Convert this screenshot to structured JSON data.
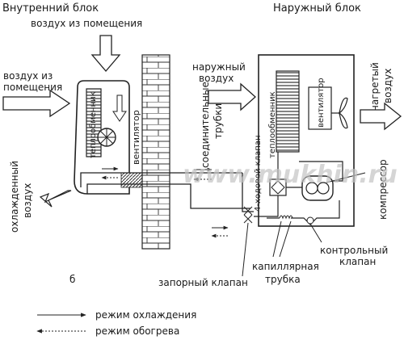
{
  "labels": {
    "indoor_unit": "Внутренний блок",
    "outdoor_unit": "Наружный блок",
    "room_air_top": "воздух из помещения",
    "room_air_left_1": "воздух из",
    "room_air_left_2": "помещения",
    "cooled_air_1": "охлажденный",
    "cooled_air_2": "воздух",
    "indoor_heat_exchanger": "теплообменник",
    "indoor_fan": "вентилятор",
    "connecting_pipes_1": "соединительные",
    "connecting_pipes_2": "трубки",
    "outdoor_air_1": "наружный",
    "outdoor_air_2": "воздух",
    "outdoor_heat_exchanger": "теплообменник",
    "four_way_valve": "4-ходовой клапан",
    "outdoor_fan": "вентилятор",
    "heated_air_1": "нагретый",
    "heated_air_2": "воздух",
    "compressor": "компрессор",
    "check_valve_1": "контрольный",
    "check_valve_2": "клапан",
    "capillary_tube_1": "капиллярная",
    "capillary_tube_2": "трубка",
    "shutoff_valve": "запорный клапан",
    "figure_letter": "б"
  },
  "legend": {
    "cooling": "режим охлаждения",
    "heating": "режим обогрева"
  },
  "watermark": "www.mukhin.ru"
}
